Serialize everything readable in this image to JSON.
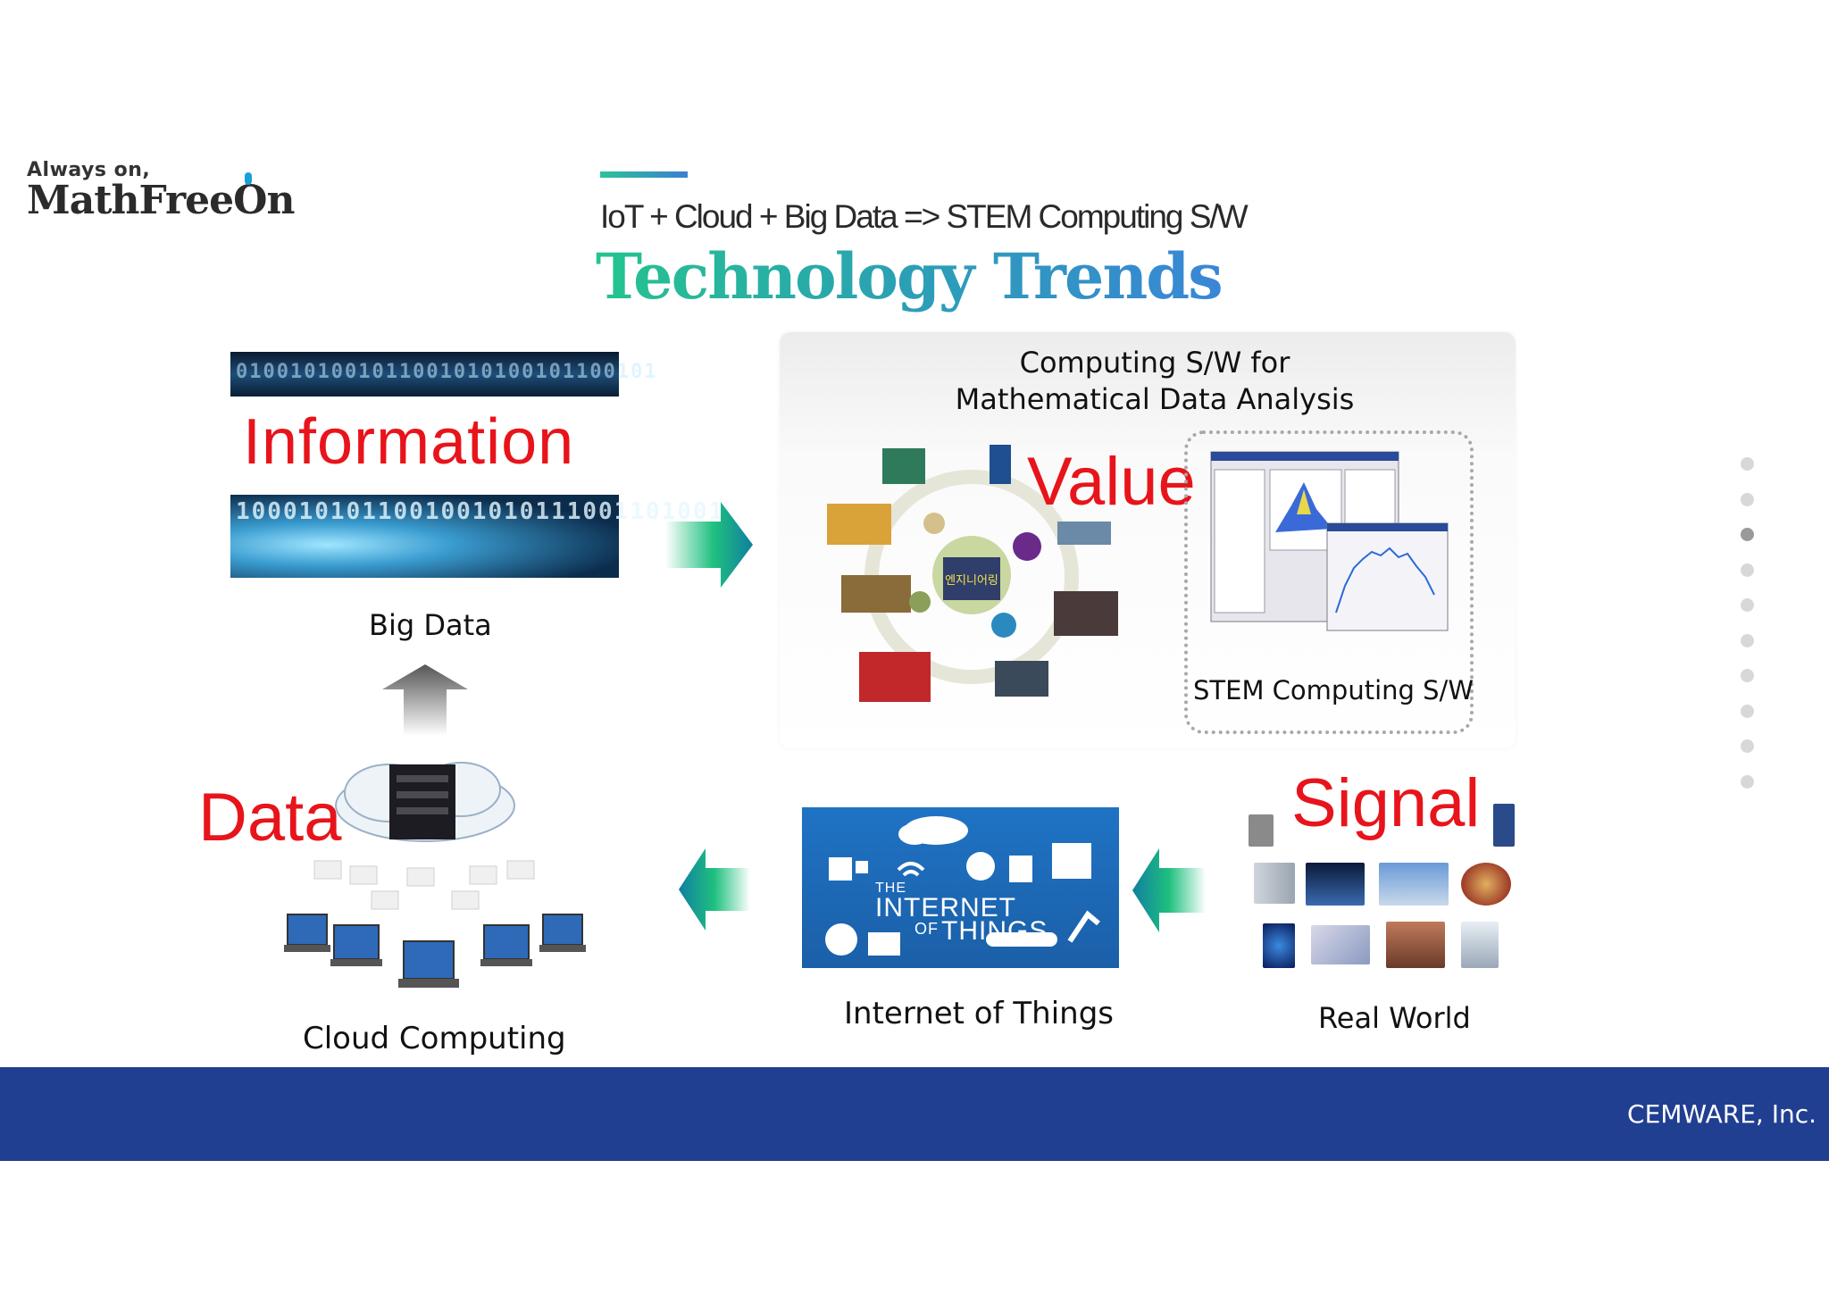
{
  "logo": {
    "tagline": "Always on,",
    "name": "MathFreeOn"
  },
  "header": {
    "subtitle": "IoT + Cloud + Big Data => STEM Computing S/W",
    "title": "Technology Trends"
  },
  "big_data": {
    "headline": "Information",
    "label": "Big Data",
    "binary_top": "0100101001011001010100101100101",
    "binary_bottom": "1000101011001001010111001101001"
  },
  "cloud": {
    "headline": "Data",
    "label": "Cloud Computing"
  },
  "computing": {
    "title_line1": "Computing S/W for",
    "title_line2": "Mathematical Data Analysis",
    "headline": "Value",
    "wheel_center": "엔지니어링",
    "stem_label": "STEM Computing S/W"
  },
  "iot": {
    "the": "THE",
    "internet": "INTERNET",
    "of": "OF",
    "things": "THINGS",
    "label": "Internet of Things"
  },
  "real_world": {
    "headline": "Signal",
    "label": "Real World"
  },
  "pagination": {
    "total": 10,
    "current": 3
  },
  "footer": {
    "company": "CEMWARE, Inc."
  },
  "colors": {
    "headline_red": "#e8141b",
    "footer_blue": "#213f91",
    "title_green": "#24c48e",
    "title_blue": "#3a86d6",
    "arrow_green": "#1fc07f",
    "arrow_teal": "#0f7fa0"
  }
}
